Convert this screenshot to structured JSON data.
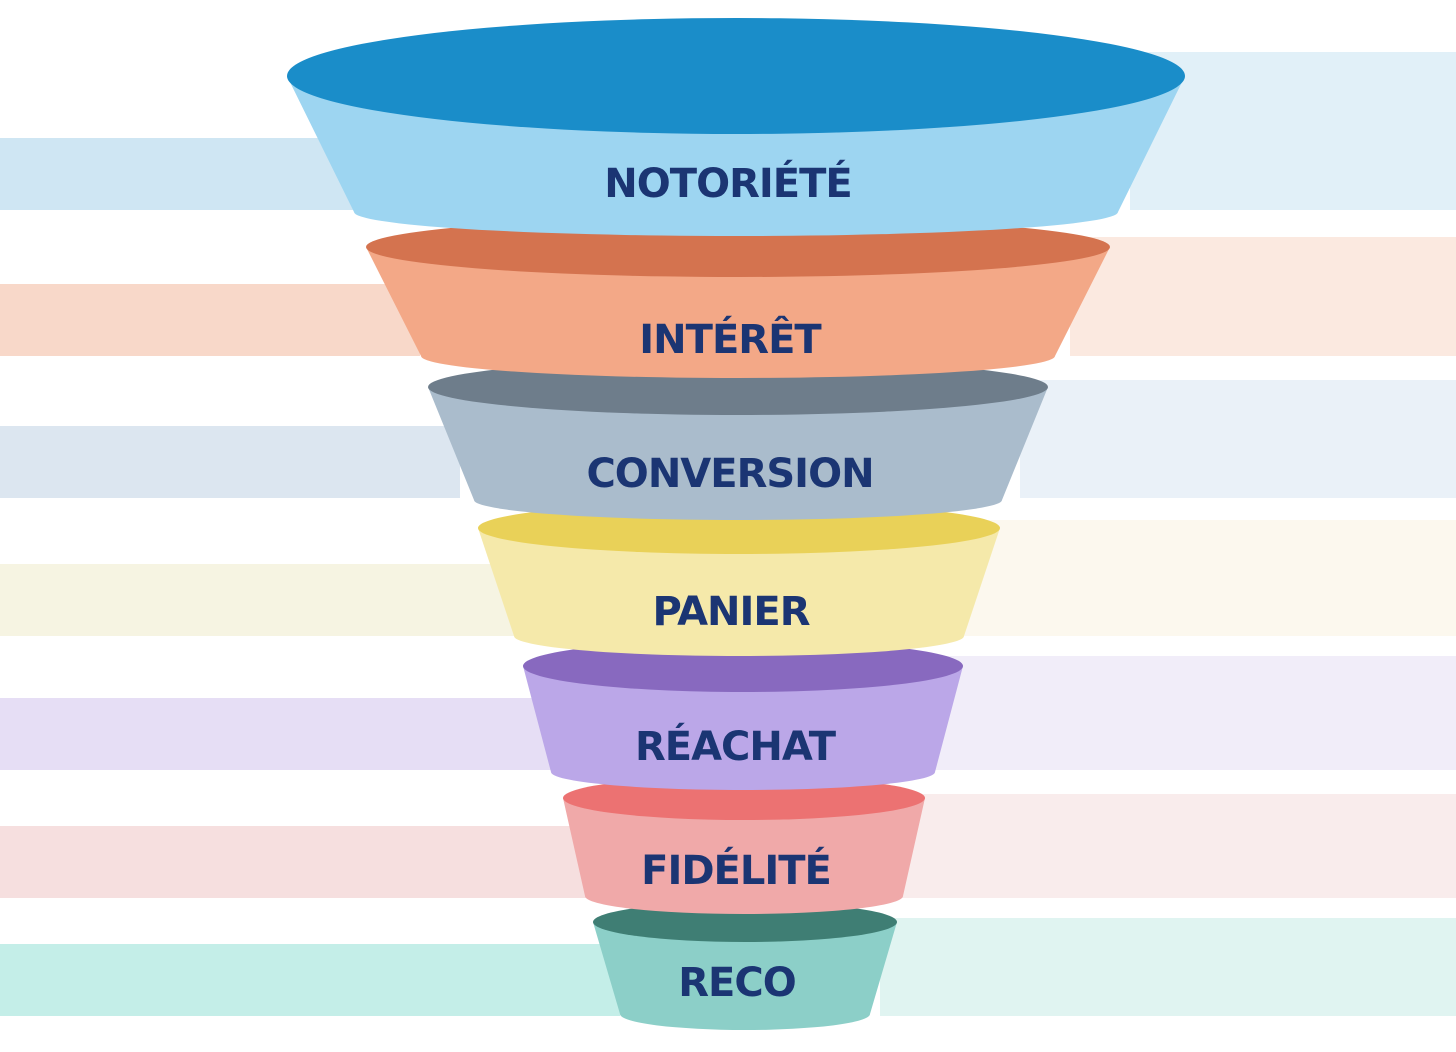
{
  "label_color": "#1b3573",
  "stages": [
    {
      "label": "NOTORIÉTÉ",
      "body": "#9dd5f1",
      "top": "#1a8dc9",
      "band": "#cfe6f3",
      "band_right": "#e1f0f8"
    },
    {
      "label": "INTÉRÊT",
      "body": "#f3a887",
      "top": "#d4734f",
      "band": "#f8d8c9",
      "band_right": "#fbe9e0"
    },
    {
      "label": "CONVERSION",
      "body": "#aabccc",
      "top": "#6e7d8b",
      "band": "#dce6f0",
      "band_right": "#eaf1f8"
    },
    {
      "label": "PANIER",
      "body": "#f5e9aa",
      "top": "#e9d158",
      "band": "#f6f4e2",
      "band_right": "#fcf8ee"
    },
    {
      "label": "RÉACHAT",
      "body": "#bba7e8",
      "top": "#8869bf",
      "band": "#e6def5",
      "band_right": "#f1edf9"
    },
    {
      "label": "FIDÉLITÉ",
      "body": "#f0a9a9",
      "top": "#ec7272",
      "band": "#f6dfdf",
      "band_right": "#f9ecec"
    },
    {
      "label": "RECO",
      "body": "#8ccfc8",
      "top": "#3f7e74",
      "band": "#c4eee8",
      "band_right": "#e0f4f1"
    }
  ]
}
